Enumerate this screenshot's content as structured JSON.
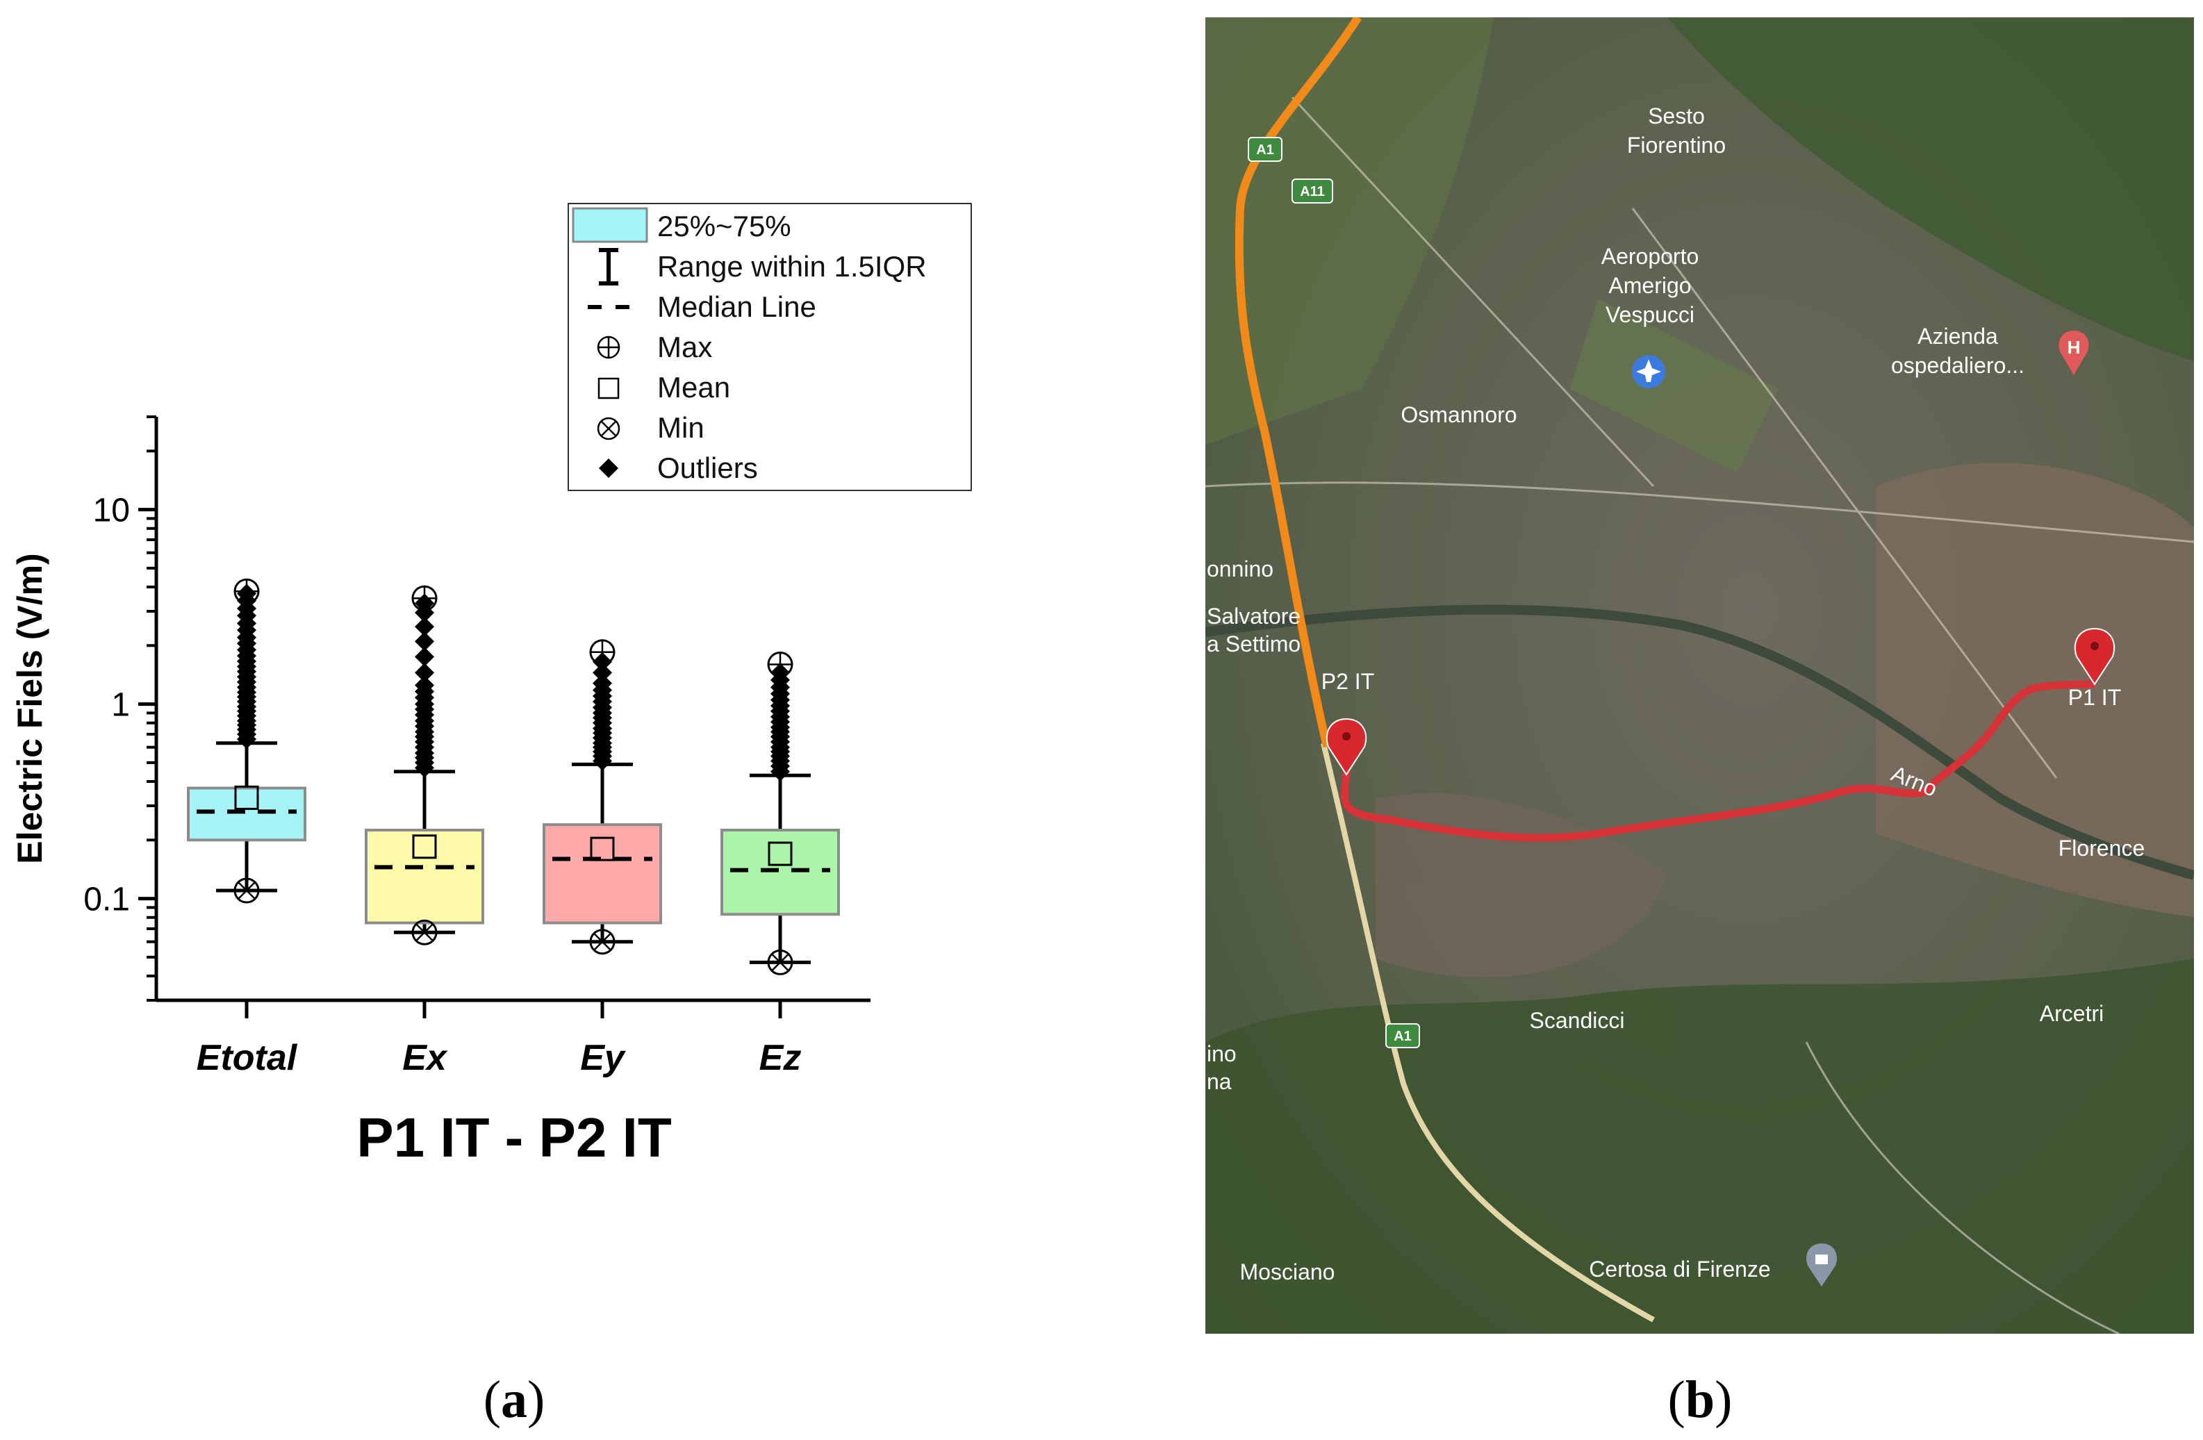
{
  "panels": {
    "a": {
      "open": "(",
      "letter": "a",
      "close": ")"
    },
    "b": {
      "open": "(",
      "letter": "b",
      "close": ")"
    }
  },
  "chart_data": {
    "type": "box",
    "title": "P1 IT - P2 IT",
    "ylabel": "Electric Fiels (V/m)",
    "yscale": "log",
    "ylim": [
      0.03,
      30
    ],
    "yticks": [
      {
        "value": 0.1,
        "label": "0.1"
      },
      {
        "value": 1,
        "label": "1"
      },
      {
        "value": 10,
        "label": "10"
      }
    ],
    "categories": [
      "Etotal",
      "Ex",
      "Ey",
      "Ez"
    ],
    "series": [
      {
        "category": "Etotal",
        "q1": 0.2,
        "median": 0.28,
        "q3": 0.37,
        "mean": 0.33,
        "whisker_low": 0.11,
        "whisker_high": 0.63,
        "min": 0.11,
        "max": 3.8,
        "color": "#a6f4f7",
        "outliers": [
          0.66,
          0.7,
          0.74,
          0.78,
          0.82,
          0.87,
          0.92,
          0.97,
          1.03,
          1.09,
          1.15,
          1.22,
          1.3,
          1.38,
          1.47,
          1.56,
          1.66,
          1.77,
          1.9,
          2.05,
          2.2,
          2.4,
          2.6,
          2.85,
          3.1,
          3.4,
          3.7
        ]
      },
      {
        "category": "Ex",
        "q1": 0.075,
        "median": 0.145,
        "q3": 0.225,
        "mean": 0.185,
        "whisker_low": 0.067,
        "whisker_high": 0.45,
        "min": 0.067,
        "max": 3.5,
        "color": "#fffaaa",
        "outliers": [
          0.47,
          0.5,
          0.53,
          0.56,
          0.6,
          0.64,
          0.68,
          0.72,
          0.77,
          0.82,
          0.88,
          0.94,
          1.0,
          1.08,
          1.16,
          1.25,
          1.45,
          1.75,
          2.1,
          2.5,
          2.95,
          3.3
        ]
      },
      {
        "category": "Ey",
        "q1": 0.075,
        "median": 0.16,
        "q3": 0.24,
        "mean": 0.18,
        "whisker_low": 0.06,
        "whisker_high": 0.49,
        "min": 0.06,
        "max": 1.85,
        "color": "#ffaaaa",
        "outliers": [
          0.51,
          0.54,
          0.57,
          0.6,
          0.63,
          0.67,
          0.71,
          0.75,
          0.8,
          0.85,
          0.9,
          0.96,
          1.03,
          1.1,
          1.18,
          1.28,
          1.45,
          1.65
        ]
      },
      {
        "category": "Ez",
        "q1": 0.083,
        "median": 0.14,
        "q3": 0.225,
        "mean": 0.17,
        "whisker_low": 0.047,
        "whisker_high": 0.43,
        "min": 0.047,
        "max": 1.6,
        "color": "#aaf5a8",
        "outliers": [
          0.45,
          0.48,
          0.51,
          0.54,
          0.57,
          0.6,
          0.64,
          0.68,
          0.72,
          0.76,
          0.81,
          0.86,
          0.92,
          0.98,
          1.05,
          1.13,
          1.22,
          1.33,
          1.45
        ]
      }
    ],
    "legend": {
      "position": "top-right",
      "entries": [
        {
          "symbol": "box",
          "label": "25%~75%"
        },
        {
          "symbol": "range",
          "label": "Range within 1.5IQR"
        },
        {
          "symbol": "median",
          "label": "Median Line"
        },
        {
          "symbol": "max",
          "label": "Max"
        },
        {
          "symbol": "mean",
          "label": "Mean"
        },
        {
          "symbol": "min",
          "label": "Min"
        },
        {
          "symbol": "outlier",
          "label": "Outliers"
        }
      ]
    }
  },
  "map": {
    "places": {
      "sesto": [
        "Sesto",
        "Fiorentino"
      ],
      "airport": [
        "Aeroporto",
        "Amerigo",
        "Vespucci"
      ],
      "azienda": [
        "Azienda",
        "ospedaliero..."
      ],
      "osmannoro": "Osmannoro",
      "bonnino": "onnino",
      "salvatore": [
        "Salvatore",
        "a Settimo"
      ],
      "arno": "Arno",
      "florence": "Florence",
      "scandicci": "Scandicci",
      "arcetri": "Arcetri",
      "ino": [
        "ino",
        "na"
      ],
      "mosciano": "Mosciano",
      "certosa": "Certosa di Firenze"
    },
    "markers": {
      "p1": "P1 IT",
      "p2": "P2 IT"
    },
    "roads": {
      "a1_top": "A1",
      "a11": "A11",
      "a1_bottom": "A1"
    },
    "colors": {
      "route": "#d63238",
      "highway": "#f28a1a",
      "marker": "#d9272e"
    }
  }
}
